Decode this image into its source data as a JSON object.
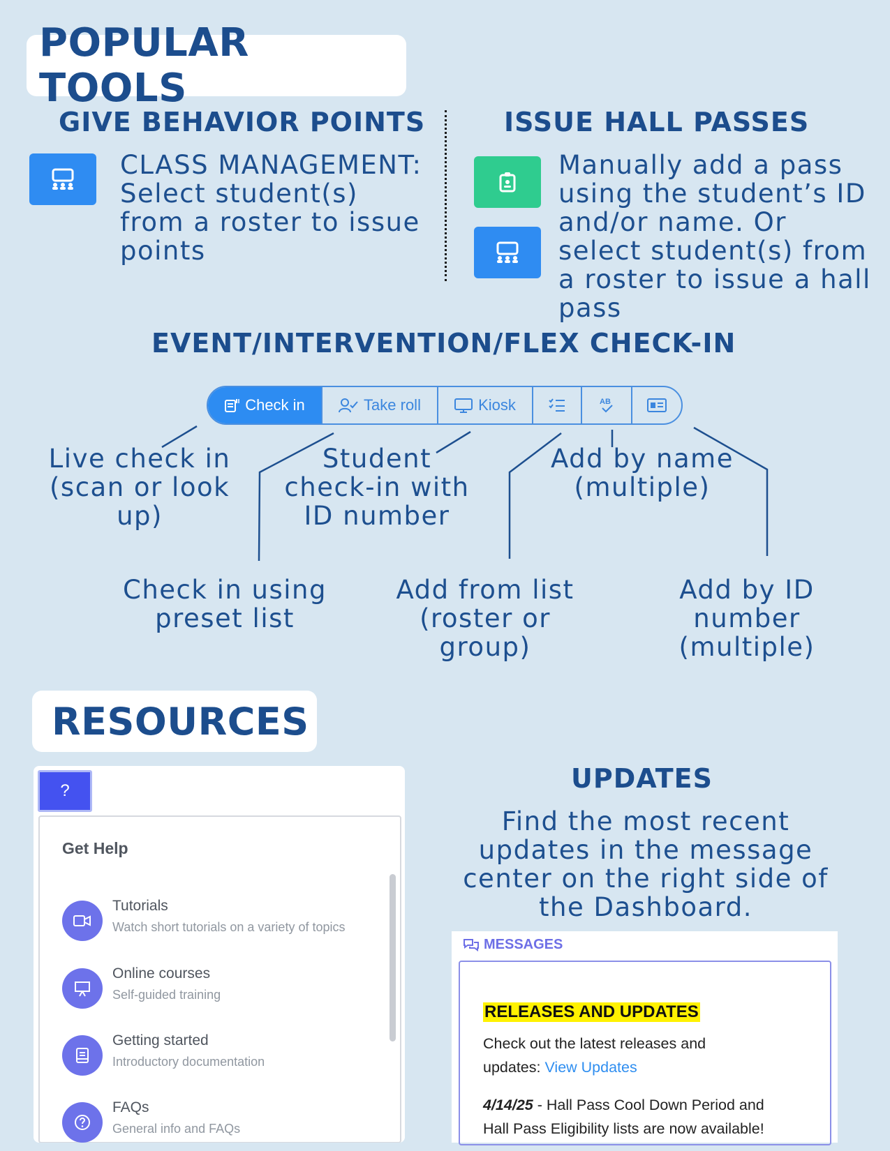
{
  "popular_tools": {
    "title": "POPULAR TOOLS",
    "behavior": {
      "heading": "GIVE BEHAVIOR POINTS",
      "text_lines": [
        "CLASS MANAGEMENT:",
        "Select student(s)",
        "from a roster to issue",
        "points"
      ]
    },
    "hall_passes": {
      "heading": "ISSUE HALL PASSES",
      "text_lines": [
        "Manually add a pass",
        "using the student’s ID",
        "and/or name. Or",
        "select student(s) from",
        "a roster to issue a hall",
        "pass"
      ]
    }
  },
  "checkin": {
    "heading": "EVENT/INTERVENTION/FLEX CHECK-IN",
    "toolbar": {
      "check_in": "Check in",
      "take_roll": "Take roll",
      "kiosk": "Kiosk",
      "ab_glyph": "AB"
    },
    "labels": {
      "live": [
        "Live check in",
        "(scan or look",
        "up)"
      ],
      "student_id": [
        "Student",
        "check-in with",
        "ID number"
      ],
      "by_name": [
        "Add by name",
        "(multiple)"
      ],
      "preset": [
        "Check in using",
        "preset list"
      ],
      "from_list": [
        "Add from list",
        "(roster or",
        "group)"
      ],
      "by_id": [
        "Add by ID",
        "number",
        "(multiple)"
      ]
    }
  },
  "resources": {
    "title": "RESOURCES",
    "help": {
      "button": "?",
      "header": "Get Help",
      "items": [
        {
          "title": "Tutorials",
          "subtitle": "Watch short tutorials on a variety of topics",
          "icon": "video-icon"
        },
        {
          "title": "Online courses",
          "subtitle": "Self-guided training",
          "icon": "presentation-icon"
        },
        {
          "title": "Getting started",
          "subtitle": "Introductory documentation",
          "icon": "book-icon"
        },
        {
          "title": "FAQs",
          "subtitle": "General info and FAQs",
          "icon": "question-icon"
        }
      ]
    }
  },
  "updates": {
    "heading": "UPDATES",
    "text_lines": [
      "Find the most recent",
      "updates in the message",
      "center on the right side of",
      "the Dashboard."
    ],
    "messages": {
      "title": "MESSAGES",
      "releases_heading": "RELEASES AND UPDATES",
      "line1": "Check out the latest releases and",
      "line2_prefix": "updates: ",
      "link": "View Updates",
      "date": "4/14/25",
      "line3_rest": " - Hall Pass Cool Down Period and",
      "line4": "Hall Pass Eligibility lists are now available!"
    }
  },
  "colors": {
    "background": "#d7e6f1",
    "heading_blue": "#1c4d8d",
    "button_blue": "#2f8cf2",
    "pass_green": "#2fcc8f",
    "help_purple": "#6d72ea",
    "highlight_yellow": "#fff200"
  }
}
